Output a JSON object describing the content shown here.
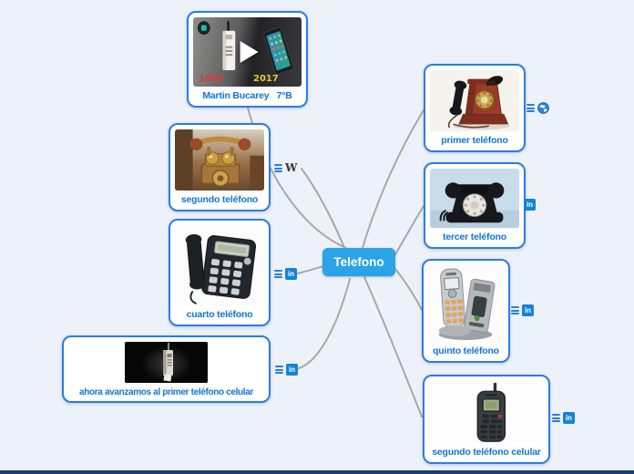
{
  "canvas": {
    "background": "#edf1f9",
    "connector_color": "#a8a8a8",
    "node_border_color": "#2b7de1",
    "node_label_color": "#1274d4",
    "bottom_bar_color": "#1c3b73"
  },
  "center_node": {
    "label": "Telefono",
    "background": "#2aa3e8"
  },
  "nodes": {
    "video": {
      "label": "Martin Bucarey   7°B",
      "year_left": "1983",
      "year_right": "2017"
    },
    "segundo": {
      "label": "segundo teléfono"
    },
    "cuarto": {
      "label": "cuarto teléfono"
    },
    "avance": {
      "label": "ahora avanzamos al primer teléfono celular"
    },
    "primer": {
      "label": "primer teléfono"
    },
    "tercer": {
      "label": "tercer teléfono"
    },
    "quinto": {
      "label": "quinto teléfono"
    },
    "celular": {
      "label": "segundo teléfono celular"
    }
  },
  "icons": {
    "linkedin_label": "in",
    "wikipedia_label": "W"
  }
}
